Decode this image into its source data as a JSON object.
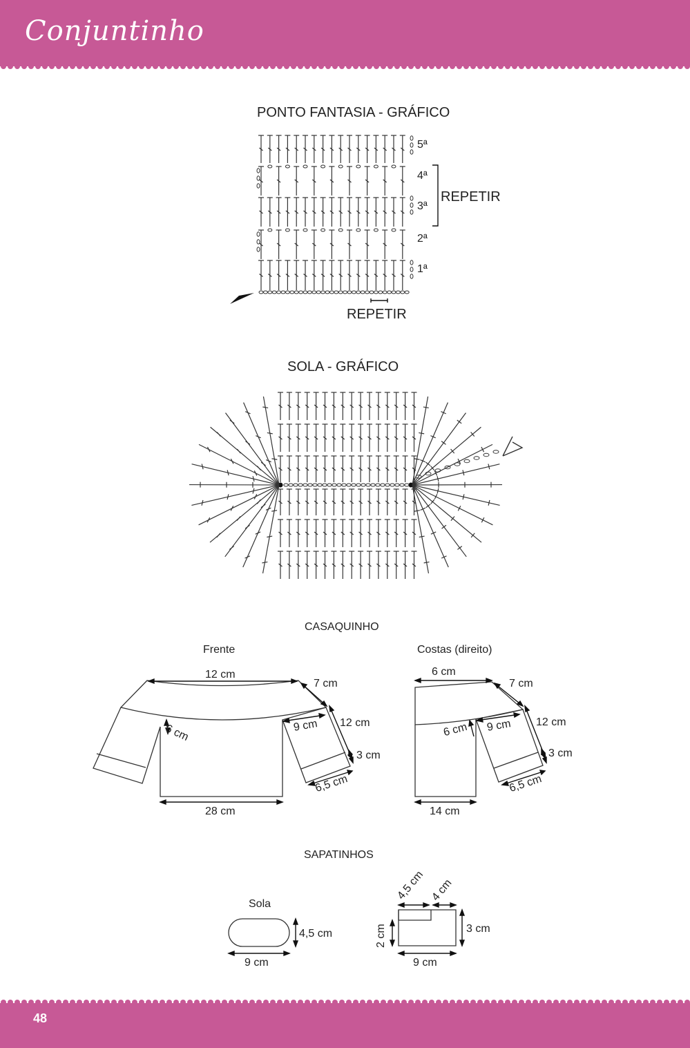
{
  "header": {
    "title": "Conjuntinho"
  },
  "footer": {
    "page_number": "48"
  },
  "colors": {
    "brand": "#c75996",
    "ink": "#222222"
  },
  "ponto_fantasia": {
    "title": "PONTO FANTASIA - GRÁFICO",
    "rows": [
      "5ª",
      "4ª",
      "3ª",
      "2ª",
      "1ª"
    ],
    "repeat_vertical": "REPETIR",
    "repeat_horizontal": "REPETIR"
  },
  "sola_grafico": {
    "title": "SOLA - GRÁFICO"
  },
  "casaquinho": {
    "title": "CASAQUINHO",
    "frente": {
      "label": "Frente",
      "top_width": "12 cm",
      "shoulder": "7 cm",
      "yoke_depth": "6 cm",
      "sleeve_top": "9 cm",
      "sleeve_length": "12 cm",
      "cuff": "3 cm",
      "cuff_width": "6,5 cm",
      "body_width": "28 cm"
    },
    "costas": {
      "label": "Costas (direito)",
      "top_width": "6 cm",
      "shoulder": "7 cm",
      "yoke_depth": "6 cm",
      "sleeve_top": "9 cm",
      "sleeve_length": "12 cm",
      "cuff": "3 cm",
      "cuff_width": "6,5 cm",
      "body_width": "14 cm"
    }
  },
  "sapatinhos": {
    "title": "SAPATINHOS",
    "sola": {
      "label": "Sola",
      "height": "4,5 cm",
      "width": "9 cm"
    },
    "lateral": {
      "top_left": "4,5 cm",
      "top_right": "4 cm",
      "left_height": "2 cm",
      "right_height": "3 cm",
      "width": "9 cm"
    }
  }
}
